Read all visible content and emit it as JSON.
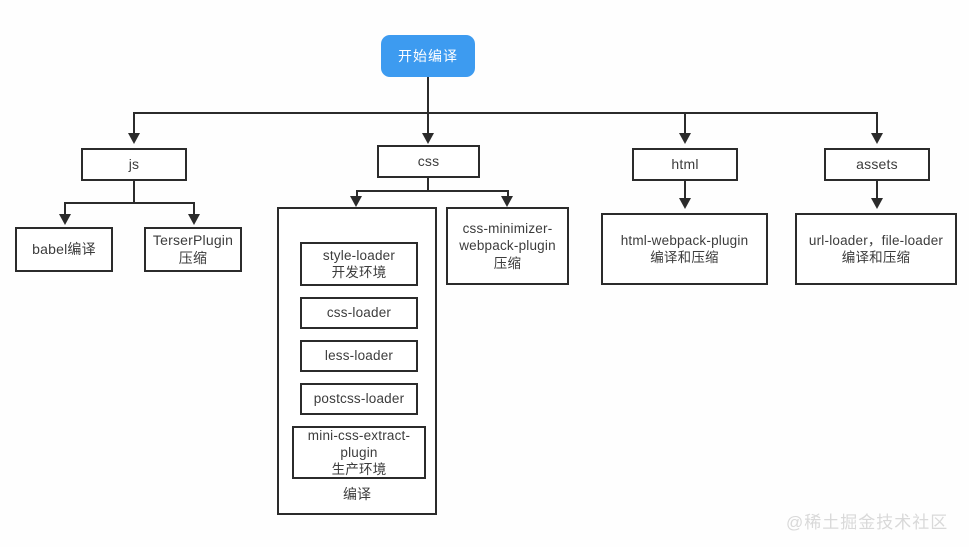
{
  "diagram": {
    "title": "webpack build flow chart",
    "background_color": "#fefefe",
    "accent_color": "#3d9bf0",
    "line_color": "#2b2b2b",
    "text_color": "#3c3c3c",
    "root": {
      "label": "开始编译"
    },
    "level2": [
      {
        "id": "js",
        "label": "js"
      },
      {
        "id": "css",
        "label": "css"
      },
      {
        "id": "html",
        "label": "html"
      },
      {
        "id": "assets",
        "label": "assets"
      }
    ],
    "js_children": [
      {
        "id": "babel",
        "label": "babel编译"
      },
      {
        "id": "terser",
        "label": "TerserPlugin\n压缩"
      }
    ],
    "css_children": [
      {
        "id": "css-loaders-group",
        "label": "编译"
      },
      {
        "id": "css-minimizer",
        "label": "css-minimizer-\nwebpack-plugin\n压缩"
      }
    ],
    "css_loader_group": {
      "label": "编译",
      "items": [
        {
          "id": "style-loader",
          "label": "style-loader\n开发环境"
        },
        {
          "id": "css-loader",
          "label": "css-loader"
        },
        {
          "id": "less-loader",
          "label": "less-loader"
        },
        {
          "id": "postcss-loader",
          "label": "postcss-loader"
        },
        {
          "id": "mini-css-extract-plugin",
          "label": "mini-css-extract-\nplugin\n生产环境"
        }
      ]
    },
    "html_children": [
      {
        "id": "html-webpack-plugin",
        "label": "html-webpack-plugin\n编译和压缩"
      }
    ],
    "assets_children": [
      {
        "id": "url-file-loader",
        "label": "url-loader，file-loader\n编译和压缩"
      }
    ]
  },
  "watermark": {
    "text": "@稀土掘金技术社区"
  }
}
